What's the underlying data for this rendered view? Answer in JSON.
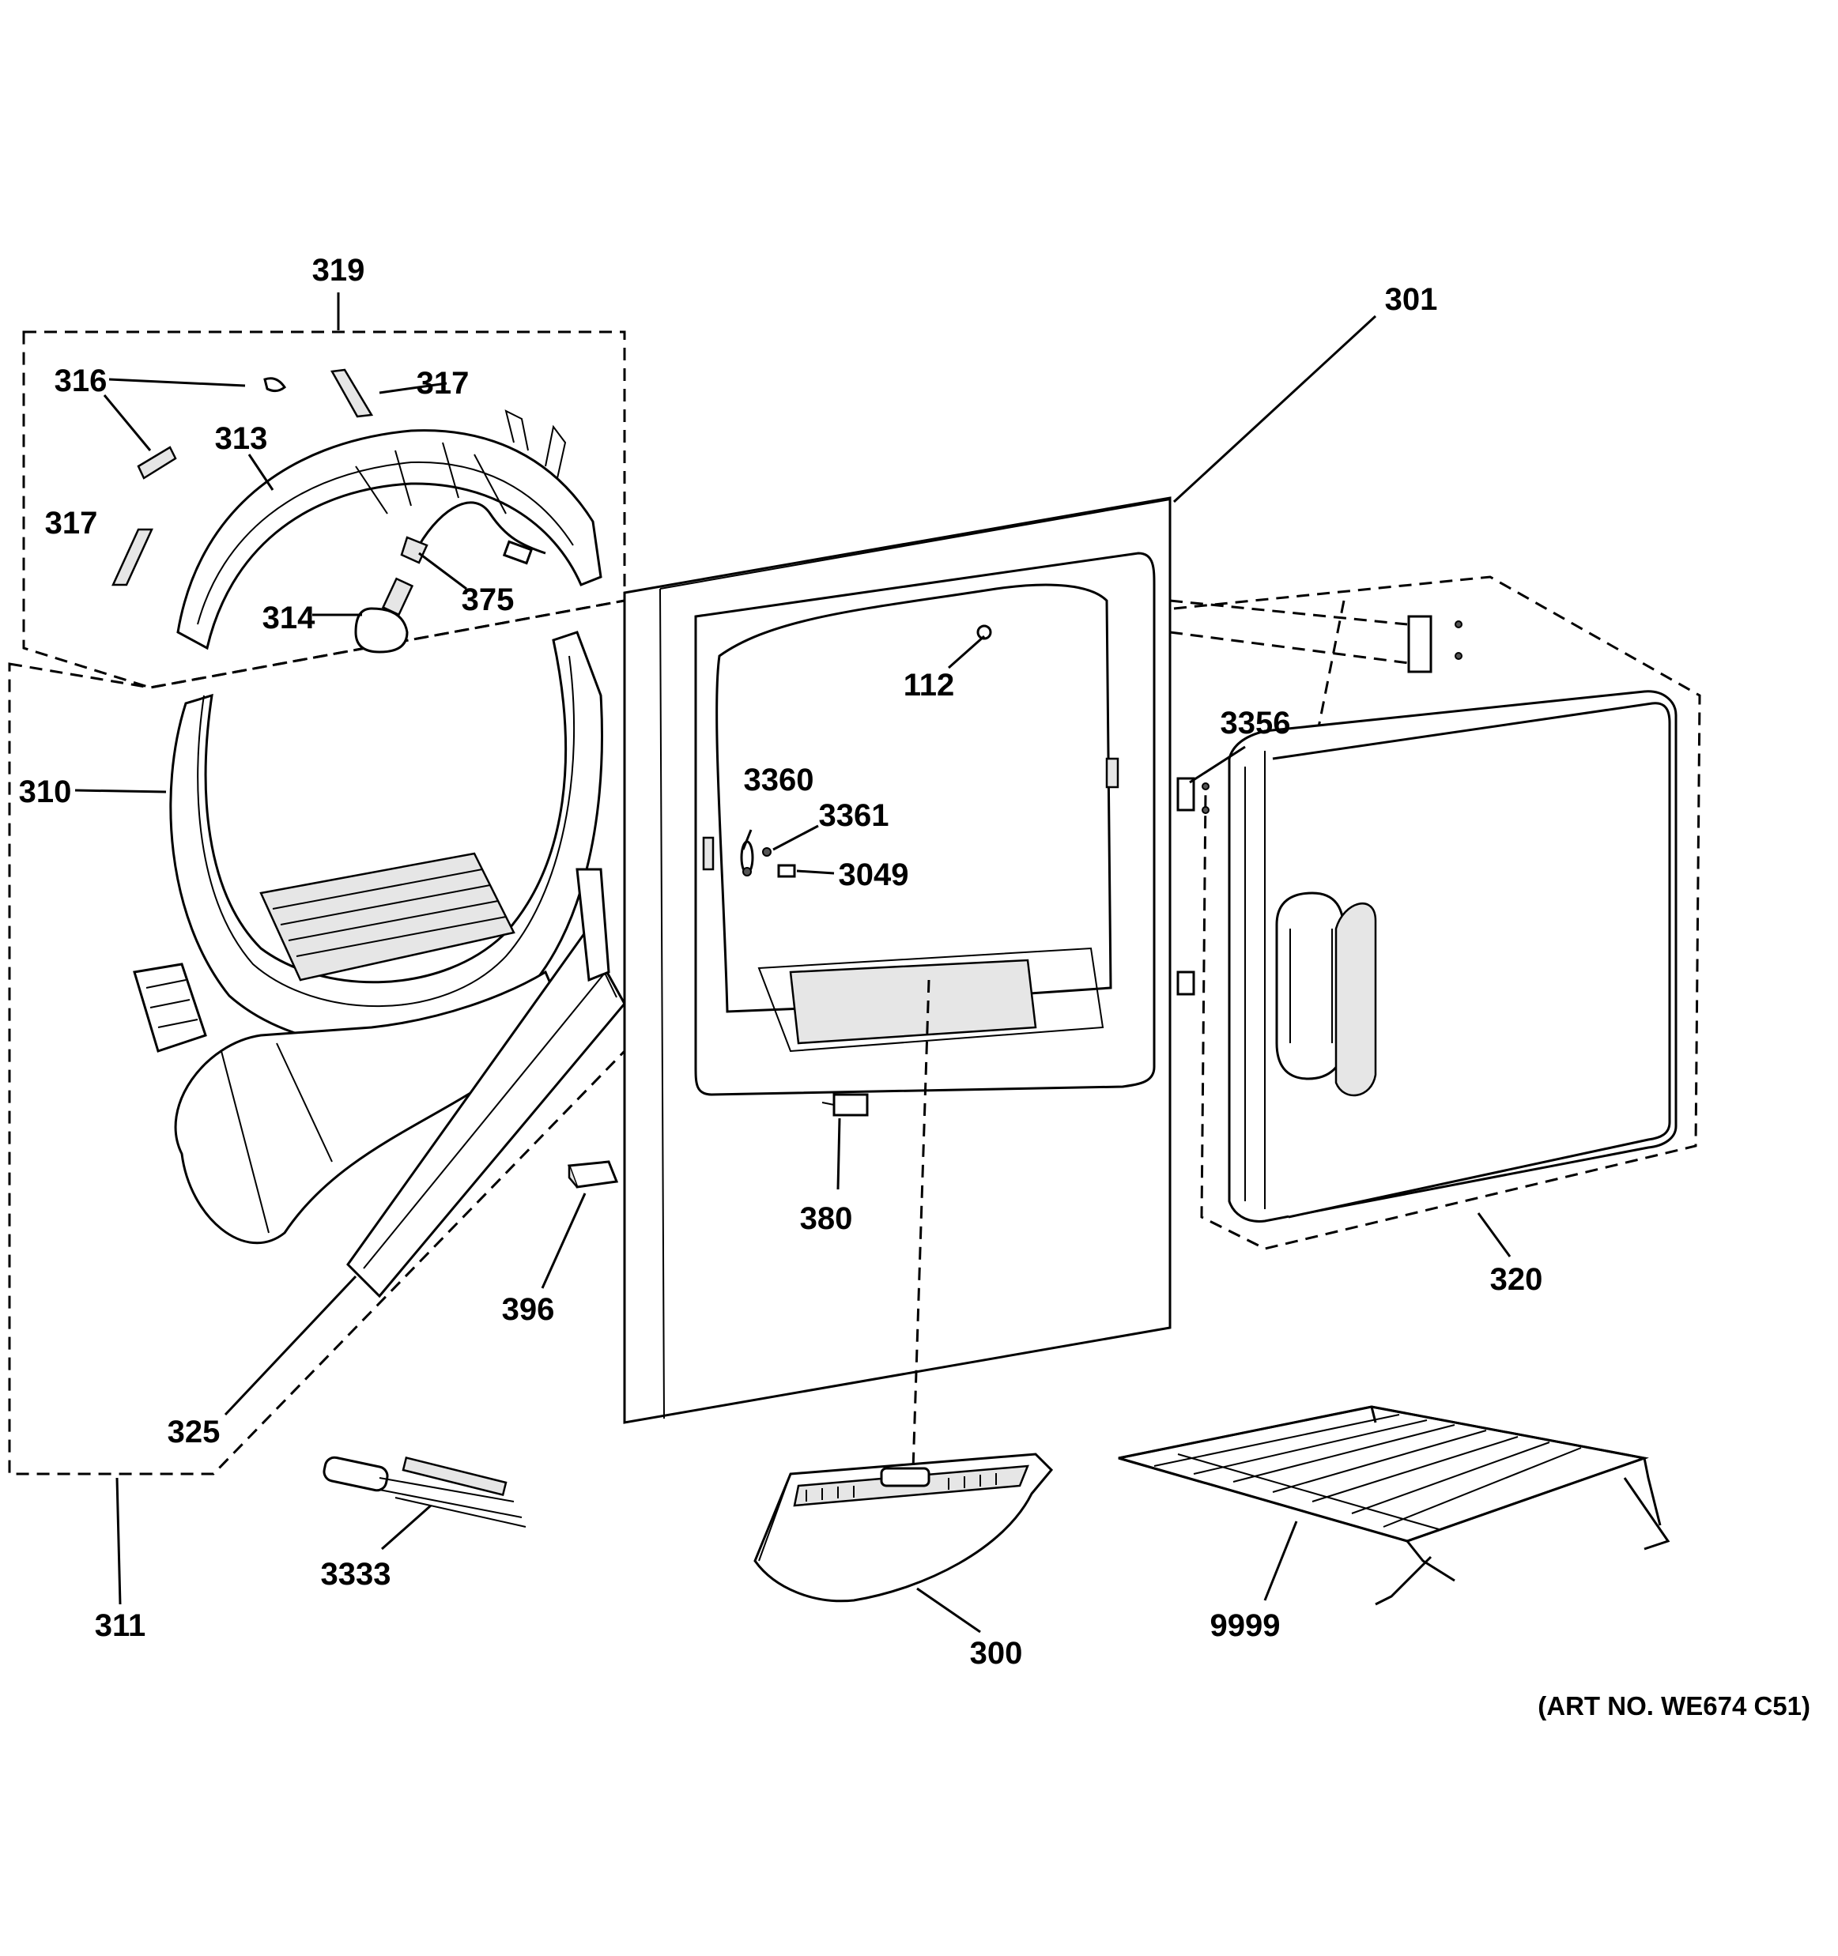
{
  "diagram": {
    "art_number": "(ART NO. WE674 C51)",
    "callouts": {
      "c319": "319",
      "c316": "316",
      "c317a": "317",
      "c317b": "317",
      "c313": "313",
      "c375": "375",
      "c314": "314",
      "c310": "310",
      "c325": "325",
      "c311": "311",
      "c396": "396",
      "c3333": "3333",
      "c301": "301",
      "c112": "112",
      "c3360": "3360",
      "c3361": "3361",
      "c3049": "3049",
      "c380": "380",
      "c300": "300",
      "c3356": "3356",
      "c320": "320",
      "c9999": "9999"
    }
  }
}
